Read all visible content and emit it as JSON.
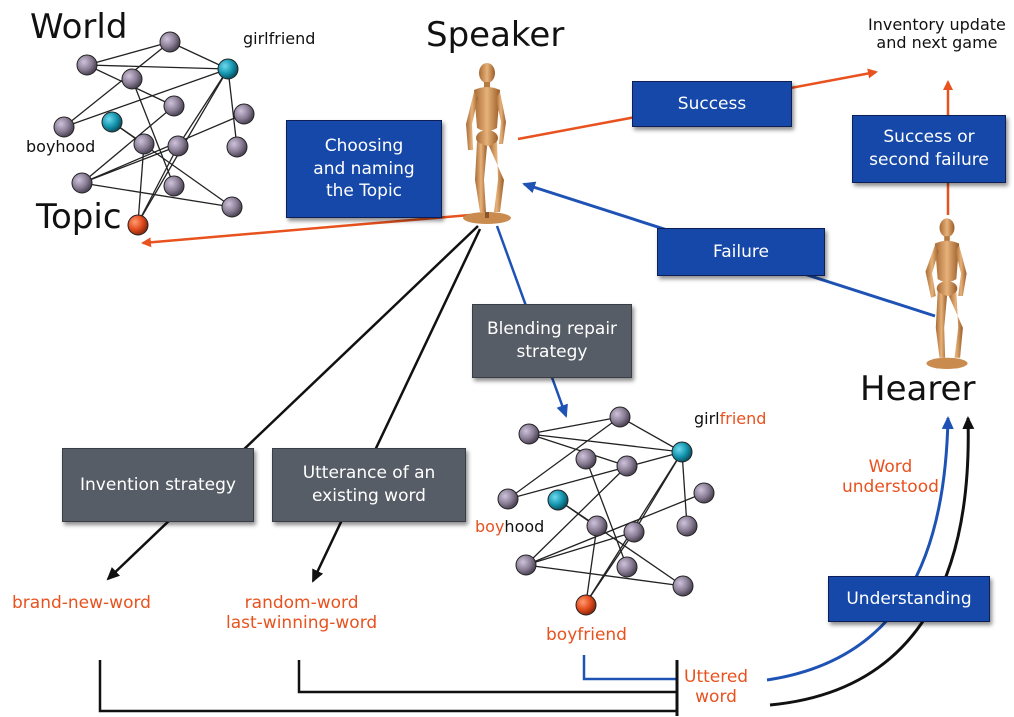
{
  "labels": {
    "world": "World",
    "topic": "Topic",
    "speaker": "Speaker",
    "hearer": "Hearer",
    "girlfriend_top": "girlfriend",
    "boyhood_top": "boyhood",
    "inventory_line1": "Inventory update",
    "inventory_line2": "and next game",
    "boyhood_part1": "boy",
    "boyhood_part2": "hood",
    "girlfriend_part1": "girl",
    "girlfriend_part2": "friend",
    "boyfriend": "boyfriend",
    "word_understood_1": "Word",
    "word_understood_2": "understood",
    "brand_new_word": "brand-new-word",
    "random_word": "random-word",
    "last_winning_word": "last-winning-word",
    "uttered_1": "Uttered",
    "uttered_2": "word"
  },
  "boxes": {
    "choosing_1": "Choosing",
    "choosing_2": "and naming",
    "choosing_3": "the Topic",
    "success": "Success",
    "success_or_1": "Success or",
    "success_or_2": "second failure",
    "failure": "Failure",
    "blending_1": "Blending repair",
    "blending_2": "strategy",
    "invention": "Invention strategy",
    "utterance_1": "Utterance of an",
    "utterance_2": "existing word",
    "understanding": "Understanding"
  },
  "colors": {
    "orange_arrow": "#e8521f",
    "blue_arrow": "#1e52b4",
    "blue_box": "#1548a8",
    "grey_box": "#575d66",
    "node_grey": "#8a7e95",
    "node_cyan": "#1696b0",
    "node_orange": "#e24a1d"
  },
  "icons": {
    "speaker_figure": "wooden-mannequin-icon",
    "hearer_figure": "wooden-mannequin-icon"
  }
}
